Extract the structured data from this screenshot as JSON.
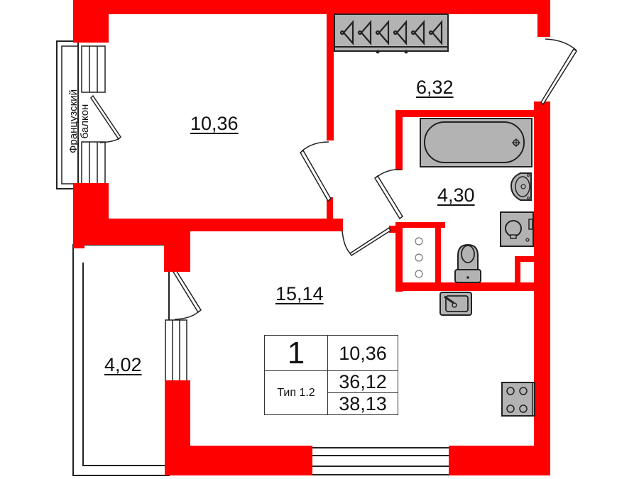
{
  "plan": {
    "wall_color": "#ff0000",
    "fixture_color": "#b3b3b3",
    "rooms": [
      {
        "id": "bedroom",
        "area": "10,36"
      },
      {
        "id": "hallway",
        "area": "6,32"
      },
      {
        "id": "bathroom",
        "area": "4,30"
      },
      {
        "id": "kitchen-living",
        "area": "15,14"
      },
      {
        "id": "loggia",
        "area": "4,02"
      }
    ],
    "balcony_label_line1": "Французский",
    "balcony_label_line2": "балкон"
  },
  "summary": {
    "rooms_count": "1",
    "type_label": "Тип 1.2",
    "living_area": "10,36",
    "total_area": "36,12",
    "total_area_with_loggia": "38,13"
  }
}
